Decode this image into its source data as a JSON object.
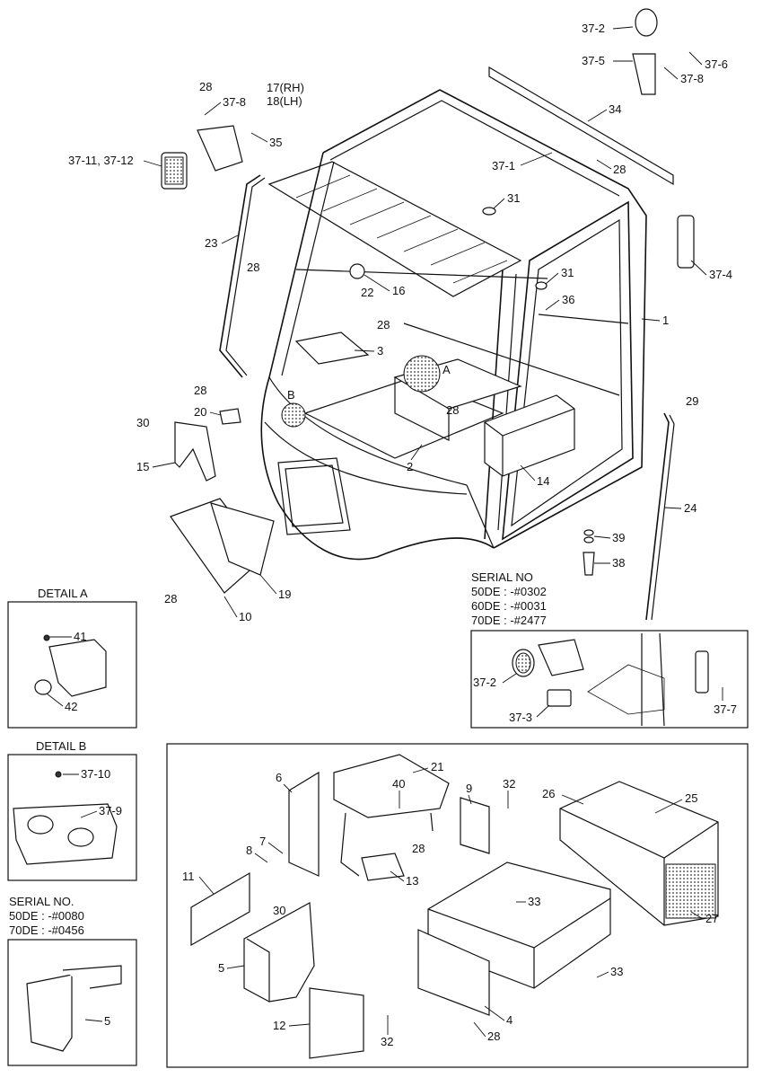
{
  "labels": {
    "p1": "1",
    "p2": "2",
    "p3": "3",
    "p4": "4",
    "p5": "5",
    "p5b": "5",
    "p6": "6",
    "p7": "7",
    "p8": "8",
    "p9": "9",
    "p10": "10",
    "p11": "11",
    "p12": "12",
    "p13": "13",
    "p14": "14",
    "p15": "15",
    "p16": "16",
    "p17": "17(RH)",
    "p18": "18(LH)",
    "p19": "19",
    "p20": "20",
    "p21": "21",
    "p22": "22",
    "p23": "23",
    "p24": "24",
    "p25": "25",
    "p26": "26",
    "p27": "27",
    "p28a": "28",
    "p28b": "28",
    "p28c": "28",
    "p28d": "28",
    "p28e": "28",
    "p28f": "28",
    "p28g": "28",
    "p28h": "28",
    "p28i": "28",
    "p29": "29",
    "p30a": "30",
    "p30b": "30",
    "p31a": "31",
    "p31b": "31",
    "p32a": "32",
    "p32b": "32",
    "p33a": "33",
    "p33b": "33",
    "p34": "34",
    "p35": "35",
    "p36": "36",
    "p37_1": "37-1",
    "p37_2a": "37-2",
    "p37_2b": "37-2",
    "p37_3": "37-3",
    "p37_4": "37-4",
    "p37_5": "37-5",
    "p37_6": "37-6",
    "p37_7": "37-7",
    "p37_8a": "37-8",
    "p37_8b": "37-8",
    "p37_9": "37-9",
    "p37_10": "37-10",
    "p37_11_12": "37-11, 37-12",
    "p38": "38",
    "p39": "39",
    "p40": "40",
    "p41": "41",
    "p42": "42",
    "markA": "A",
    "markB": "B"
  },
  "headers": {
    "detail_a": "DETAIL A",
    "detail_b": "DETAIL B",
    "serial_right_title": "SERIAL NO",
    "serial_right_1": "50DE : -#0302",
    "serial_right_2": "60DE : -#0031",
    "serial_right_3": "70DE : -#2477",
    "serial_left_title": "SERIAL NO.",
    "serial_left_1": "50DE : -#0080",
    "serial_left_2": "70DE : -#0456"
  }
}
